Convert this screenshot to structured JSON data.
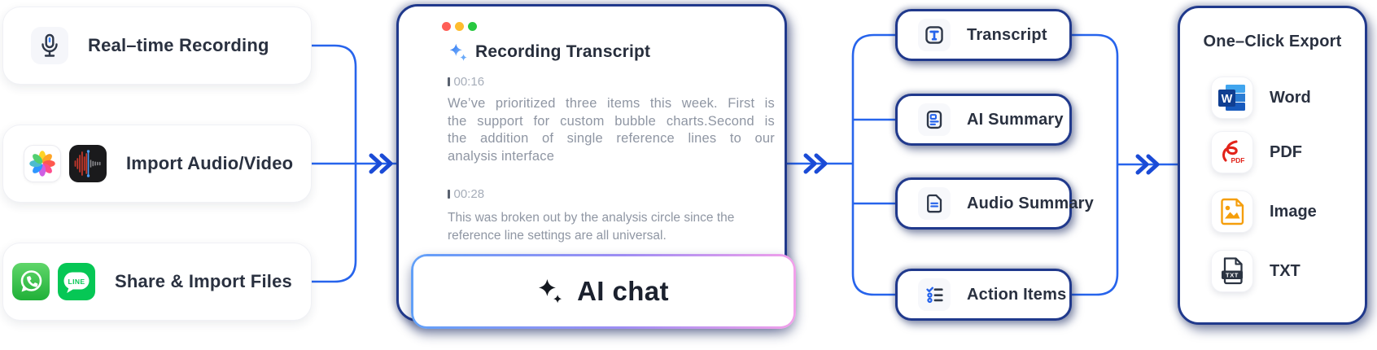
{
  "sources": {
    "items": [
      {
        "label": "Real–time Recording",
        "icons": [
          "microphone-icon"
        ]
      },
      {
        "label": "Import Audio/Video",
        "icons": [
          "photos-app-icon",
          "voice-memo-icon"
        ]
      },
      {
        "label": "Share & Import Files",
        "icons": [
          "whatsapp-icon",
          "line-app-icon"
        ]
      }
    ]
  },
  "transcript_card": {
    "window_controls": [
      "close",
      "minimize",
      "zoom"
    ],
    "title": "Recording Transcript",
    "segments": [
      {
        "timestamp": "00:16",
        "text": "We’ve prioritized three items this week. First is the support for custom bubble charts.Second is the addition of single reference lines to our analysis interface",
        "lines": [
          "We’ve prioritized three items this week. First is",
          "the support for custom bubble charts.Second is",
          "the addition of single reference lines to our",
          "analysis interface"
        ]
      },
      {
        "timestamp": "00:28",
        "text": "This was broken out by the analysis circle since the reference line settings are all universal.",
        "lines": [
          "This was broken out by the analysis circle since the",
          "reference line settings are all universal."
        ]
      }
    ],
    "ai_chat_button": {
      "label": "AI chat"
    }
  },
  "outputs": {
    "items": [
      {
        "label": "Transcript",
        "icon": "transcript-icon"
      },
      {
        "label": "AI Summary",
        "icon": "ai-summary-icon"
      },
      {
        "label": "Audio Summary",
        "icon": "audio-summary-icon"
      },
      {
        "label": "Action Items",
        "icon": "action-items-icon"
      }
    ]
  },
  "export_card": {
    "title": "One–Click Export",
    "items": [
      {
        "label": "Word",
        "icon": "word-icon"
      },
      {
        "label": "PDF",
        "icon": "pdf-icon"
      },
      {
        "label": "Image",
        "icon": "image-icon"
      },
      {
        "label": "TXT",
        "icon": "txt-icon"
      }
    ]
  },
  "colors": {
    "connector_blue": "#2764ec",
    "chevron_blue": "#1b4bd6",
    "navy_border": "#20398c",
    "accent_blue": "#2563eb",
    "text_dark": "#2a3140",
    "body_gray": "#8f96a3",
    "timestamp_gray": "#a6adb9",
    "ai_gradient": [
      "#61a0f8",
      "#9e8df3",
      "#f2a0ea"
    ],
    "traffic_red": "#ff5f57",
    "traffic_yellow": "#febc2e",
    "traffic_green": "#28c840",
    "whatsapp_green": "#20b038",
    "line_green": "#06c755",
    "word_blue": "#185abd",
    "pdf_red": "#e2231a",
    "image_orange": "#f59e0b",
    "txt_dark": "#2b3442"
  }
}
